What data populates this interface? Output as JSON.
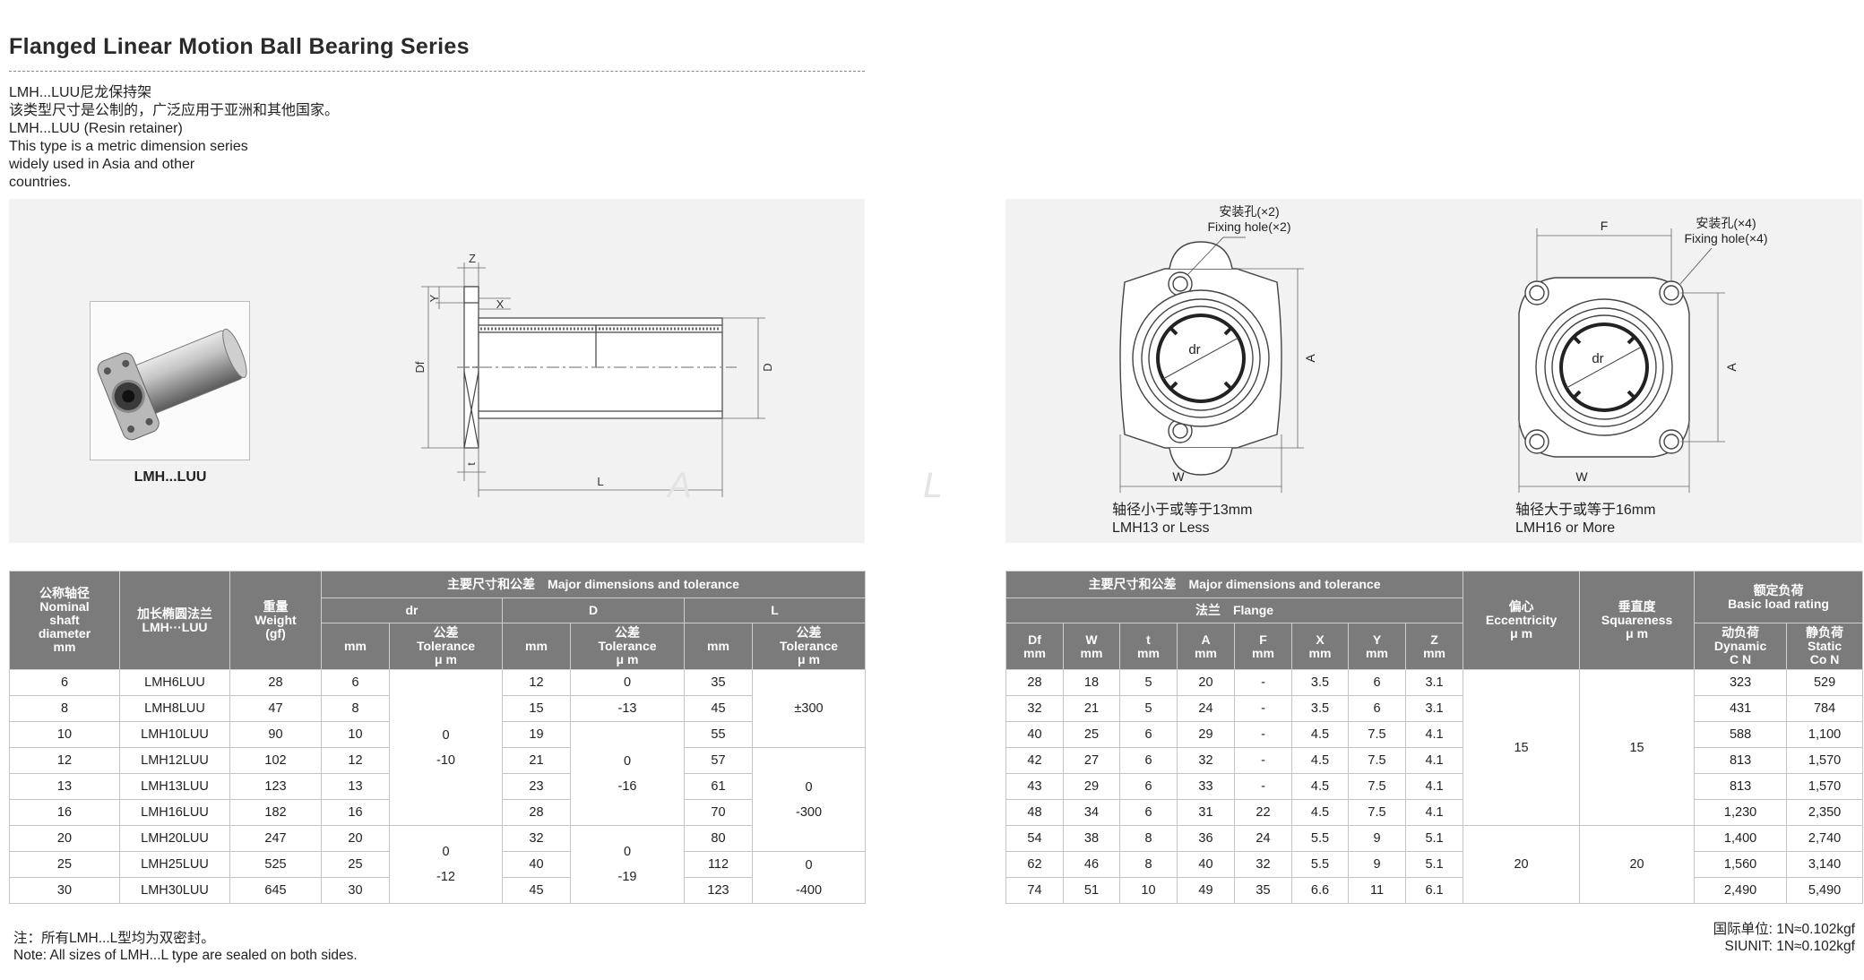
{
  "header": {
    "title": "Flanged Linear Motion Ball Bearing Series",
    "desc_lines": [
      "LMH...LUU尼龙保持架",
      "该类型尺寸是公制的，广泛应用于亚洲和其他国家。",
      "LMH...LUU (Resin retainer)",
      "This type is a metric dimension series",
      "widely used in Asia and other",
      "countries."
    ]
  },
  "figure_left": {
    "photo_label": "LMH...LUU",
    "dims": {
      "z": "Z",
      "y": "Y",
      "x": "X",
      "df": "Df",
      "d": "D",
      "t": "t",
      "l": "L"
    }
  },
  "figure_right": {
    "left_view": {
      "hole_cn": "安装孔(×2)",
      "hole_en": "Fixing hole(×2)",
      "a": "A",
      "w": "W",
      "dr": "dr",
      "cap_cn": "轴径小于或等于13mm",
      "cap_en": "LMH13 or Less"
    },
    "right_view": {
      "hole_cn": "安装孔(×4)",
      "hole_en": "Fixing hole(×4)",
      "a": "A",
      "w": "W",
      "f": "F",
      "dr": "dr",
      "cap_cn": "轴径大于或等于16mm",
      "cap_en": "LMH16 or More"
    }
  },
  "table_left": {
    "h_shaft": [
      "公称轴径",
      "Nominal",
      "shaft",
      "diameter",
      "mm"
    ],
    "h_model": [
      "加长椭圆法兰",
      "LMH···LUU"
    ],
    "h_weight": [
      "重量",
      "Weight",
      "(gf)"
    ],
    "h_major": "主要尺寸和公差　Major dimensions and tolerance",
    "h_dr": "dr",
    "h_D": "D",
    "h_L": "L",
    "h_mm": "mm",
    "h_tol": [
      "公差",
      "Tolerance",
      "μ m"
    ],
    "rows": [
      {
        "shaft": "6",
        "model": "LMH6LUU",
        "weight": "28",
        "dr": "6",
        "D": "12",
        "L": "35"
      },
      {
        "shaft": "8",
        "model": "LMH8LUU",
        "weight": "47",
        "dr": "8",
        "D": "15",
        "L": "45"
      },
      {
        "shaft": "10",
        "model": "LMH10LUU",
        "weight": "90",
        "dr": "10",
        "D": "19",
        "L": "55"
      },
      {
        "shaft": "12",
        "model": "LMH12LUU",
        "weight": "102",
        "dr": "12",
        "D": "21",
        "L": "57"
      },
      {
        "shaft": "13",
        "model": "LMH13LUU",
        "weight": "123",
        "dr": "13",
        "D": "23",
        "L": "61"
      },
      {
        "shaft": "16",
        "model": "LMH16LUU",
        "weight": "182",
        "dr": "16",
        "D": "28",
        "L": "70"
      },
      {
        "shaft": "20",
        "model": "LMH20LUU",
        "weight": "247",
        "dr": "20",
        "D": "32",
        "L": "80"
      },
      {
        "shaft": "25",
        "model": "LMH25LUU",
        "weight": "525",
        "dr": "25",
        "D": "40",
        "L": "112"
      },
      {
        "shaft": "30",
        "model": "LMH30LUU",
        "weight": "645",
        "dr": "30",
        "D": "45",
        "L": "123"
      }
    ],
    "tol": {
      "dr_1": {
        "a": "0",
        "b": "-10"
      },
      "dr_2": {
        "a": "0",
        "b": "-12"
      },
      "D_1a": "0",
      "D_1b": "-13",
      "D_2": {
        "a": "0",
        "b": "-16"
      },
      "D_3": {
        "a": "0",
        "b": "-19"
      },
      "L_1": "±300",
      "L_2": {
        "a": "0",
        "b": "-300"
      },
      "L_3": {
        "a": "0",
        "b": "-400"
      }
    }
  },
  "table_right": {
    "h_major": "主要尺寸和公差　Major dimensions and tolerance",
    "h_flange": "法兰　Flange",
    "h_ecc": [
      "偏心",
      "Eccentricity",
      "μ m"
    ],
    "h_sq": [
      "垂直度",
      "Squareness",
      "μ m"
    ],
    "h_load": [
      "额定负荷",
      "Basic load rating"
    ],
    "h_dyn": [
      "动负荷",
      "Dynamic",
      "C N"
    ],
    "h_stat": [
      "静负荷",
      "Static",
      "Co N"
    ],
    "h_cols": [
      "Df",
      "W",
      "t",
      "A",
      "F",
      "X",
      "Y",
      "Z"
    ],
    "h_mm": "mm",
    "rows": [
      {
        "Df": "28",
        "W": "18",
        "t": "5",
        "A": "20",
        "F": "-",
        "X": "3.5",
        "Y": "6",
        "Z": "3.1",
        "dyn": "323",
        "stat": "529"
      },
      {
        "Df": "32",
        "W": "21",
        "t": "5",
        "A": "24",
        "F": "-",
        "X": "3.5",
        "Y": "6",
        "Z": "3.1",
        "dyn": "431",
        "stat": "784"
      },
      {
        "Df": "40",
        "W": "25",
        "t": "6",
        "A": "29",
        "F": "-",
        "X": "4.5",
        "Y": "7.5",
        "Z": "4.1",
        "dyn": "588",
        "stat": "1,100"
      },
      {
        "Df": "42",
        "W": "27",
        "t": "6",
        "A": "32",
        "F": "-",
        "X": "4.5",
        "Y": "7.5",
        "Z": "4.1",
        "dyn": "813",
        "stat": "1,570"
      },
      {
        "Df": "43",
        "W": "29",
        "t": "6",
        "A": "33",
        "F": "-",
        "X": "4.5",
        "Y": "7.5",
        "Z": "4.1",
        "dyn": "813",
        "stat": "1,570"
      },
      {
        "Df": "48",
        "W": "34",
        "t": "6",
        "A": "31",
        "F": "22",
        "X": "4.5",
        "Y": "7.5",
        "Z": "4.1",
        "dyn": "1,230",
        "stat": "2,350"
      },
      {
        "Df": "54",
        "W": "38",
        "t": "8",
        "A": "36",
        "F": "24",
        "X": "5.5",
        "Y": "9",
        "Z": "5.1",
        "dyn": "1,400",
        "stat": "2,740"
      },
      {
        "Df": "62",
        "W": "46",
        "t": "8",
        "A": "40",
        "F": "32",
        "X": "5.5",
        "Y": "9",
        "Z": "5.1",
        "dyn": "1,560",
        "stat": "3,140"
      },
      {
        "Df": "74",
        "W": "51",
        "t": "10",
        "A": "49",
        "F": "35",
        "X": "6.6",
        "Y": "11",
        "Z": "6.1",
        "dyn": "2,490",
        "stat": "5,490"
      }
    ],
    "ecc_1": "15",
    "ecc_2": "20",
    "sq_1": "15",
    "sq_2": "20"
  },
  "footer": {
    "note_cn": "注：所有LMH...L型均为双密封。",
    "note_en": "Note: All sizes of LMH...L type are sealed on both sides.",
    "unit_cn": "国际单位: 1N≈0.102kgf",
    "unit_en": "SIUNIT: 1N≈0.102kgf"
  }
}
